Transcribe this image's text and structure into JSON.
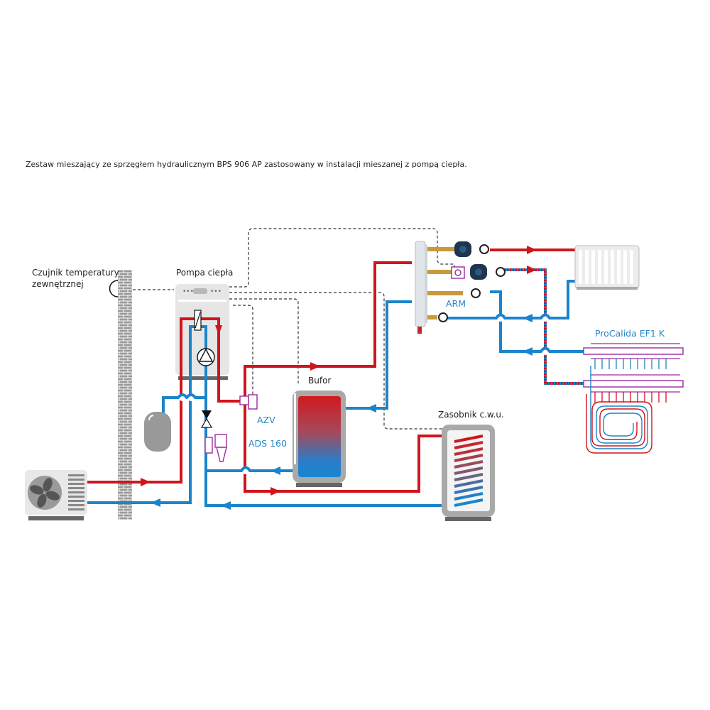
{
  "caption": "Zestaw mieszający ze sprzęgłem hydraulicznym BPS 906 AP zastosowany w instalacji mieszanej z pompą ciepła.",
  "labels": {
    "sensor_line1": "Czujnik temperatury",
    "sensor_line2": "zewnętrznej",
    "heat_pump": "Pompa ciepła",
    "buffer": "Bufor",
    "dhw_tank": "Zasobnik c.w.u.",
    "azv": "AZV",
    "ads": "ADS 160",
    "arm": "ARM",
    "manifold": "ProCalida EF1 K"
  },
  "components": [
    {
      "id": "outdoor-unit",
      "icon": "fan-icon"
    },
    {
      "id": "wall",
      "icon": "brick-wall"
    },
    {
      "id": "temperature-sensor",
      "icon": "sensor-icon"
    },
    {
      "id": "heat-pump-indoor-unit",
      "icon": "heat-pump-icon"
    },
    {
      "id": "expansion-vessel",
      "icon": "vessel-icon"
    },
    {
      "id": "shutoff-valve",
      "icon": "valve-icon"
    },
    {
      "id": "dirt-separator",
      "icon": "filter-icon"
    },
    {
      "id": "zone-valve",
      "icon": "valve-actuator-icon"
    },
    {
      "id": "buffer-tank",
      "icon": "tank-icon"
    },
    {
      "id": "hydraulic-separator",
      "icon": "separator-icon"
    },
    {
      "id": "circulation-pump",
      "icon": "pump-icon"
    },
    {
      "id": "mixing-valve",
      "icon": "mixing-valve-icon"
    },
    {
      "id": "radiator",
      "icon": "radiator-icon"
    },
    {
      "id": "floor-manifold",
      "icon": "manifold-icon"
    },
    {
      "id": "underfloor-loop",
      "icon": "spiral-icon"
    },
    {
      "id": "dhw-tank",
      "icon": "tank-coil-icon"
    }
  ],
  "colors": {
    "hot": "#d0151c",
    "cold": "#1a84cc",
    "accessory": "#9c2a9c",
    "label_accent": "#2a86c4",
    "grey_unit": "#e6e6e6"
  }
}
